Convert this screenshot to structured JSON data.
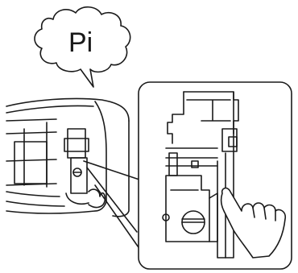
{
  "speech_bubble": {
    "text": "Pi"
  },
  "colors": {
    "stroke": "#1a1a1a",
    "fill": "#ffffff"
  },
  "icons": {
    "unit": "air-conditioner-indoor-unit",
    "hand": "pointing-hand",
    "screw": "screw-head"
  }
}
